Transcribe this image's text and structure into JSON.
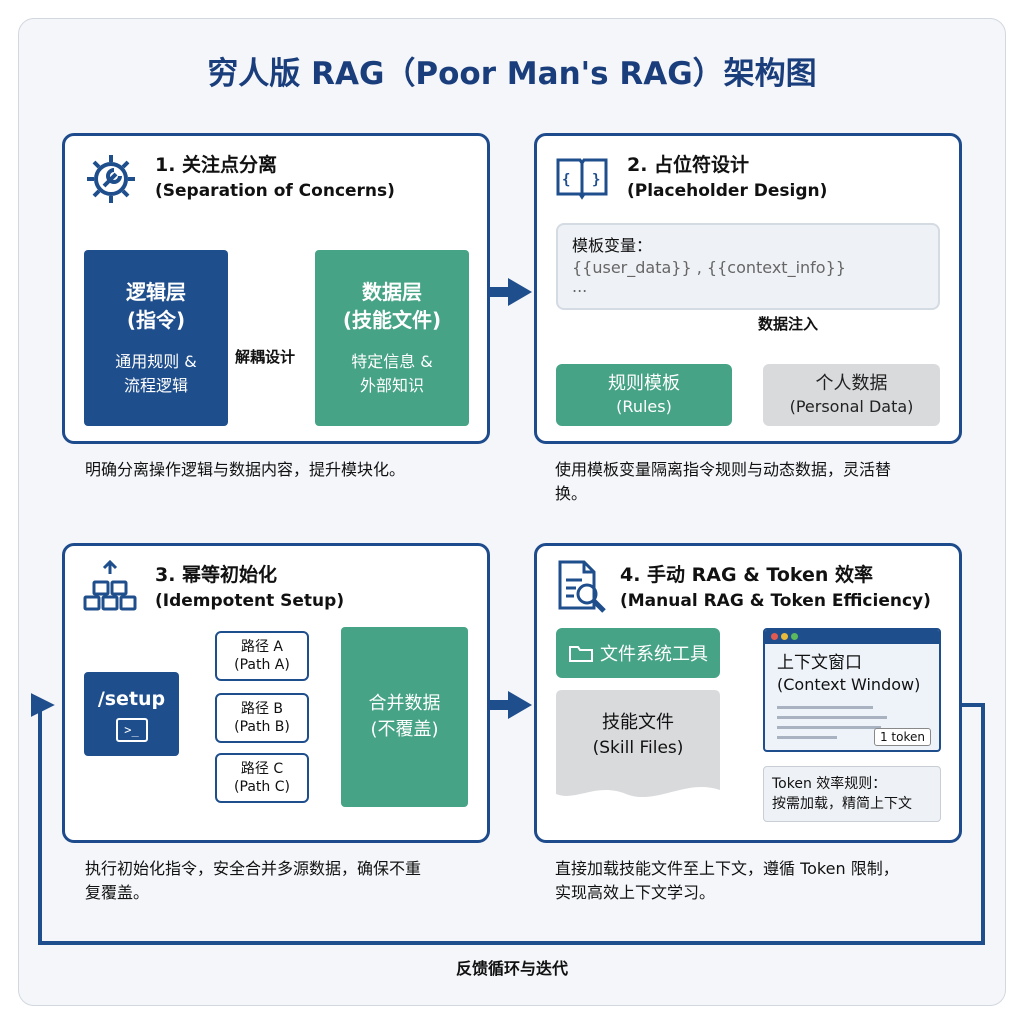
{
  "title": "穷人版 RAG（Poor Man's RAG）架构图",
  "panel1": {
    "title": "1. 关注点分离",
    "subtitle": "(Separation of Concerns)",
    "logic_title": "逻辑层",
    "logic_sub": "(指令)",
    "logic_desc1": "通用规则 &",
    "logic_desc2": "流程逻辑",
    "decouple": "解耦设计",
    "data_title": "数据层",
    "data_sub": "(技能文件)",
    "data_desc1": "特定信息 &",
    "data_desc2": "外部知识",
    "caption": "明确分离操作逻辑与数据内容，提升模块化。"
  },
  "panel2": {
    "title": "2. 占位符设计",
    "subtitle": "(Placeholder Design)",
    "template_label": "模板变量：",
    "template_vars": "{{user_data}} , {{context_info}}",
    "template_more": "...",
    "inject": "数据注入",
    "rules_title": "规则模板",
    "rules_sub": "(Rules)",
    "personal_title": "个人数据",
    "personal_sub": "(Personal Data)",
    "caption1": "使用模板变量隔离指令规则与动态数据，灵活替",
    "caption2": "换。"
  },
  "panel3": {
    "title": "3. 幂等初始化",
    "subtitle": "(Idempotent Setup)",
    "setup": "/setup",
    "prompt": ">_",
    "paths": [
      {
        "cn": "路径 A",
        "en": "(Path A)"
      },
      {
        "cn": "路径 B",
        "en": "(Path B)"
      },
      {
        "cn": "路径 C",
        "en": "(Path C)"
      }
    ],
    "merge_title": "合并数据",
    "merge_sub": "(不覆盖)",
    "caption1": "执行初始化指令，安全合并多源数据，确保不重",
    "caption2": "复覆盖。"
  },
  "panel4": {
    "title": "4. 手动 RAG & Token 效率",
    "subtitle": "(Manual RAG & Token Efficiency)",
    "fs_tool": "文件系统工具",
    "skill_title": "技能文件",
    "skill_sub": "(Skill Files)",
    "ctx_title": "上下文窗口",
    "ctx_sub": "(Context Window)",
    "token_badge": "1 token",
    "note1": "Token 效率规则：",
    "note2": "按需加载，精简上下文",
    "caption1": "直接加载技能文件至上下文，遵循 Token 限制，",
    "caption2": "实现高效上下文学习。"
  },
  "feedback": "反馈循环与迭代",
  "colors": {
    "navy": "#1f4e8c",
    "teal": "#46a385",
    "grey": "#d9dadc",
    "title": "#1a3d7c"
  }
}
